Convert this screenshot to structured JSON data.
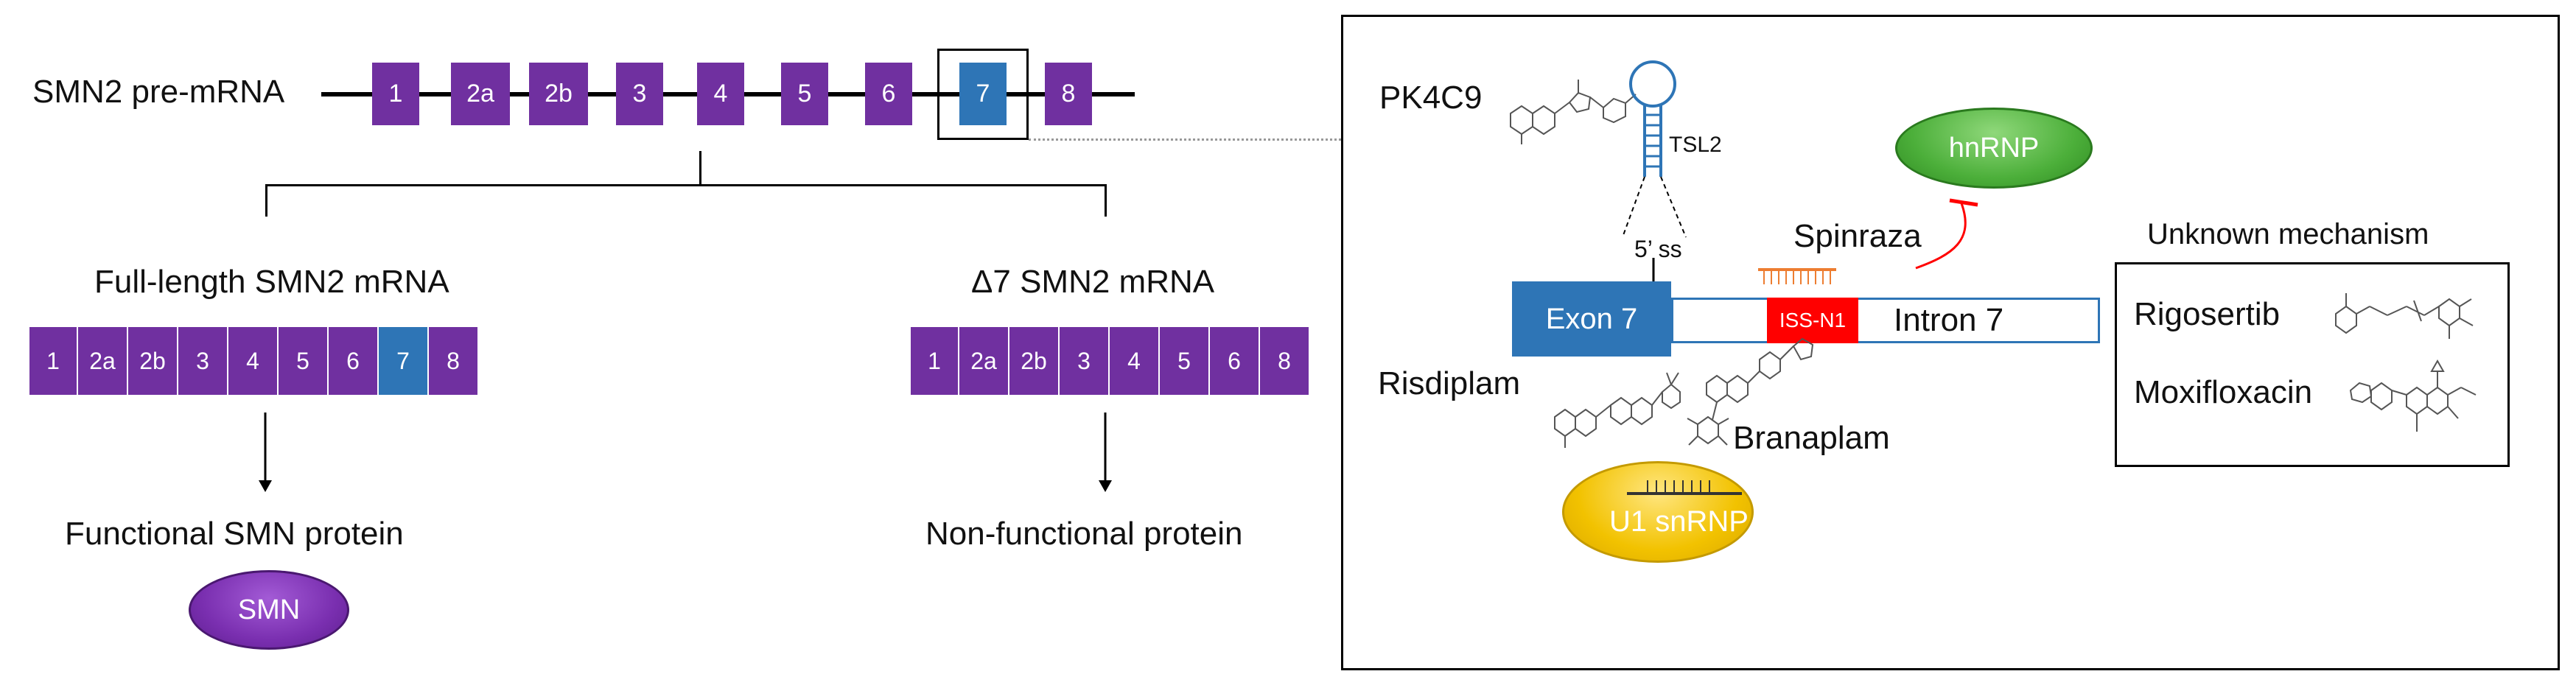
{
  "pre_mrna": {
    "label": "SMN2 pre-mRNA",
    "exons": [
      "1",
      "2a",
      "2b",
      "3",
      "4",
      "5",
      "6",
      "7",
      "8"
    ]
  },
  "full_length": {
    "label": "Full-length SMN2 mRNA",
    "exons": [
      "1",
      "2a",
      "2b",
      "3",
      "4",
      "5",
      "6",
      "7",
      "8"
    ],
    "product": "Functional SMN protein",
    "protein": "SMN"
  },
  "delta7": {
    "label": "Δ7 SMN2 mRNA",
    "exons": [
      "1",
      "2a",
      "2b",
      "3",
      "4",
      "5",
      "6",
      "8"
    ],
    "product": "Non-functional protein"
  },
  "mechanism": {
    "pk4c9": "PK4C9",
    "tsl2": "TSL2",
    "five_ss": "5’ ss",
    "hnrnp": "hnRNP",
    "spinraza": "Spinraza",
    "exon7": "Exon 7",
    "iss_n1": "ISS-N1",
    "intron7": "Intron 7",
    "risdiplam": "Risdiplam",
    "branaplam": "Branaplam",
    "u1": "U1 snRNP"
  },
  "unknown": {
    "title": "Unknown mechanism",
    "drugs": [
      "Rigosertib",
      "Moxifloxacin"
    ]
  },
  "colors": {
    "exon": "#7030a0",
    "exon7": "#2e75b6",
    "hnrnp": "#4caf3a",
    "u1": "#f2c200",
    "iss": "#ff0000",
    "smn": "#7a2fb0"
  }
}
